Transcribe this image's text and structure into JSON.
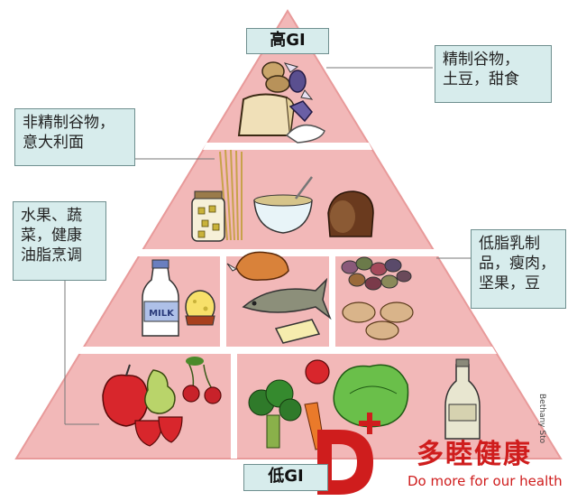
{
  "top_label": "高GI",
  "bottom_label": "低GI",
  "callouts": {
    "refined_grains": [
      "精制谷物，",
      "土豆，甜食"
    ],
    "unrefined_grains": [
      "非精制谷物，",
      "意大利面"
    ],
    "fruits_veg": [
      "水果、蔬",
      "菜，健康",
      "油脂烹调"
    ],
    "dairy_protein": [
      "低脂乳制",
      "品，瘦肉，",
      "坚果，豆"
    ]
  },
  "milk_label": "MILK",
  "credit": "Bethany Sto",
  "brand": {
    "name": "多睦健康",
    "slogan_part1": "Do mo",
    "slogan_part2": "re for our health",
    "color": "#cf1d1d"
  },
  "colors": {
    "pyramid_fill": "#f2b8b8",
    "pyramid_edge": "#e89a9a",
    "callout_bg": "#d7ecec"
  }
}
